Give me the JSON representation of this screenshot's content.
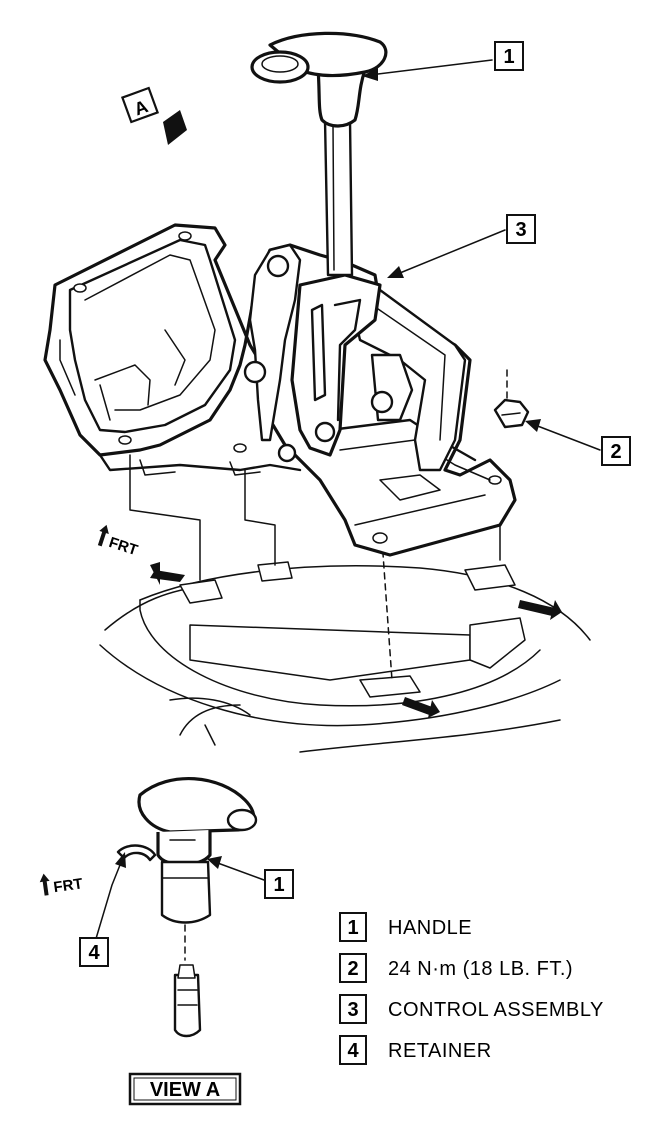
{
  "callouts": {
    "c1": "1",
    "c2": "2",
    "c3": "3",
    "c4": "4",
    "c1_view": "1"
  },
  "view_marker": "A",
  "frt_labels": {
    "main": "FRT",
    "view": "FRT"
  },
  "view_title": "VIEW A",
  "legend": [
    {
      "number": "1",
      "text": "HANDLE"
    },
    {
      "number": "2",
      "text": "24 N·m (18 LB. FT.)"
    },
    {
      "number": "3",
      "text": "CONTROL ASSEMBLY"
    },
    {
      "number": "4",
      "text": "RETAINER"
    }
  ]
}
